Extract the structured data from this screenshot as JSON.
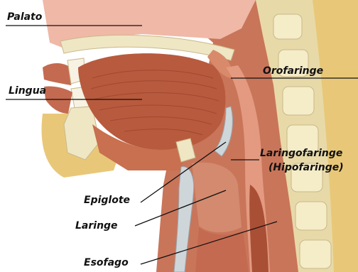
{
  "labels": {
    "palato": "Palato",
    "lingua": "Lingua",
    "orofaringe": "Orofaringe",
    "laringofaringe_line1": "Laringofaringe",
    "laringofaringe_line2": "(Hipofaringe)",
    "epiglote": "Epiglote",
    "laringe": "Laringe",
    "esofago": "Esofago"
  },
  "colors": {
    "background": "#ffffff",
    "muscle": "#b85a3e",
    "muscle_dark": "#8e3b24",
    "muscle_light": "#d98a6a",
    "fat": "#e8c878",
    "bone": "#efe6c4",
    "bone_shade": "#c8b98a",
    "skin": "#e7b9a0",
    "cartilage": "#cfd6da",
    "mucosa": "#e39a80",
    "leader_line": "#111111"
  }
}
